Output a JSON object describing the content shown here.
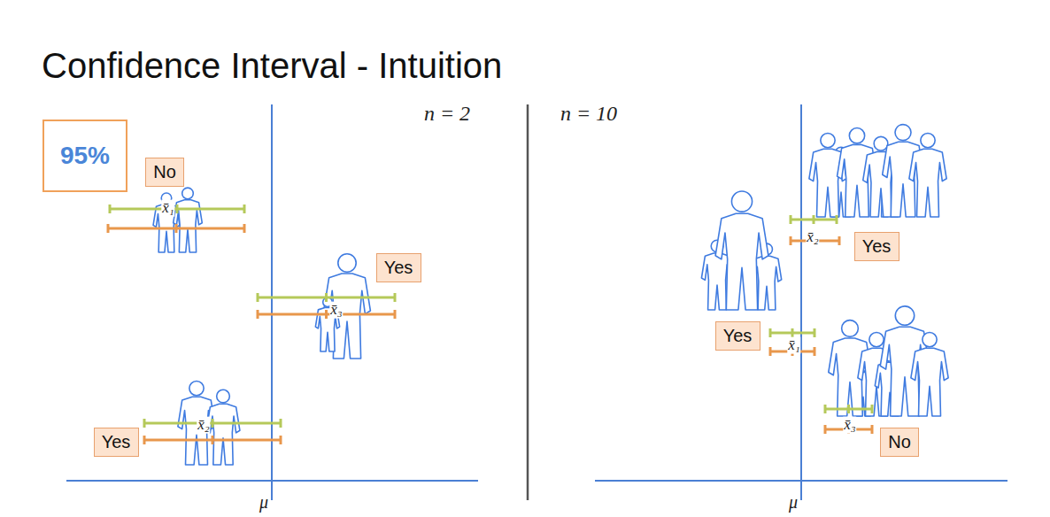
{
  "diagram": {
    "title": "Confidence Interval - Intuition",
    "nodes": [
      {
        "text": [
          "95%"
        ]
      },
      {
        "text": [
          "No"
        ]
      },
      {
        "text": [
          "Yes"
        ]
      },
      {
        "text": [
          "Yes"
        ]
      },
      {
        "text": [
          "Yes"
        ]
      },
      {
        "text": [
          "Yes"
        ]
      },
      {
        "text": [
          "No"
        ]
      }
    ],
    "labels": [
      "n = 2",
      "n = 10",
      "x̄₁",
      "x̄₃",
      "x̄₂",
      "x̄₂",
      "x̄₁",
      "x̄₃",
      "μ",
      "μ"
    ]
  }
}
